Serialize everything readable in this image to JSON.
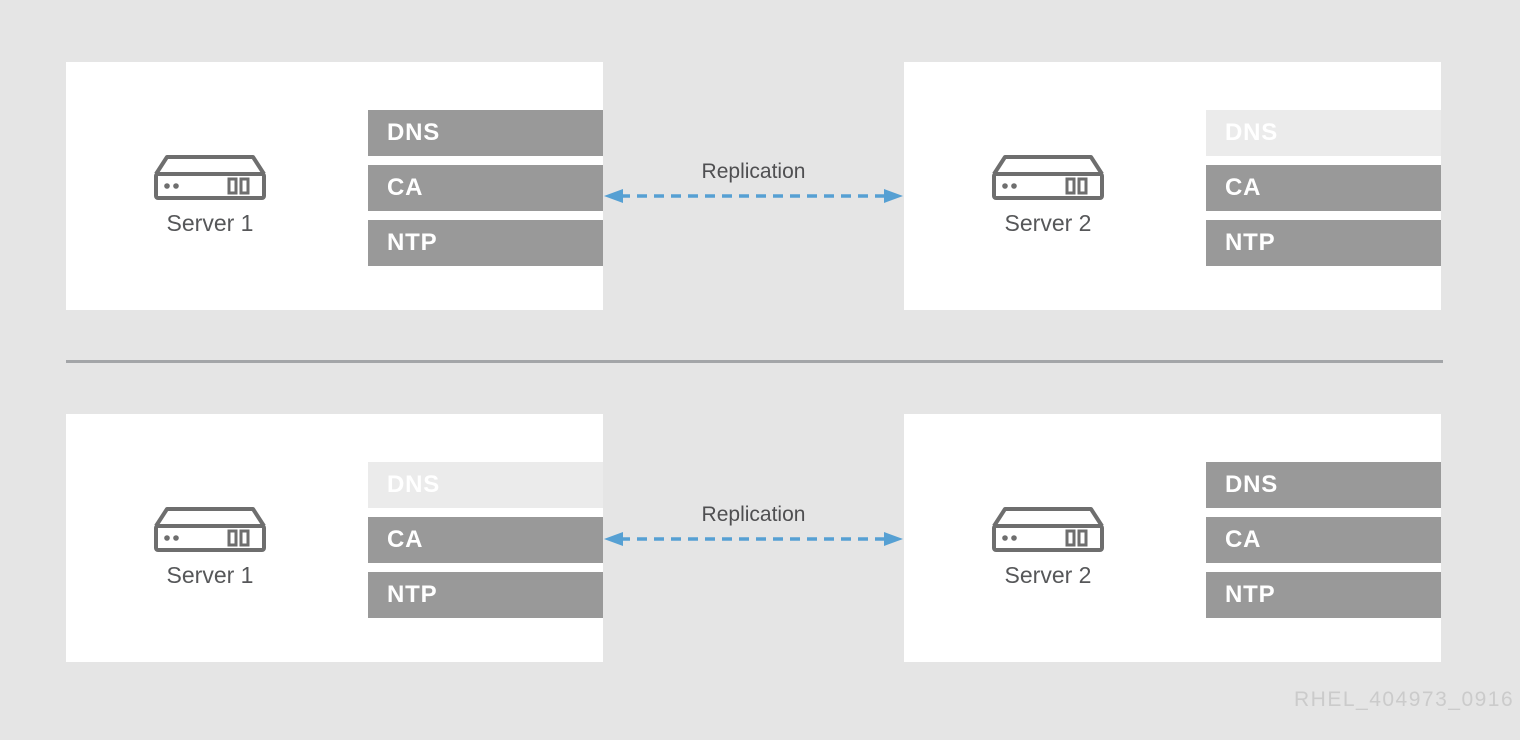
{
  "page": {
    "watermark": "RHEL_404973_0916"
  },
  "colors": {
    "page_bg": "#e5e5e5",
    "card_bg": "#ffffff",
    "service_active_bg": "#999999",
    "service_inactive_bg": "#ebebeb",
    "service_text": "#ffffff",
    "server_label_text": "#565759",
    "connector_text": "#4f4f51",
    "arrow_blue": "#56a0d3",
    "icon_stroke": "#6e6e6e",
    "divider": "#a3a5a8",
    "watermark_text": "#cbcbcb"
  },
  "diagrams": [
    {
      "name": "top-scenario",
      "connector_label": "Replication",
      "servers": [
        {
          "label": "Server 1",
          "services": [
            {
              "name": "DNS",
              "state": "active"
            },
            {
              "name": "CA",
              "state": "active"
            },
            {
              "name": "NTP",
              "state": "active"
            }
          ]
        },
        {
          "label": "Server 2",
          "services": [
            {
              "name": "DNS",
              "state": "inactive"
            },
            {
              "name": "CA",
              "state": "active"
            },
            {
              "name": "NTP",
              "state": "active"
            }
          ]
        }
      ]
    },
    {
      "name": "bottom-scenario",
      "connector_label": "Replication",
      "servers": [
        {
          "label": "Server 1",
          "services": [
            {
              "name": "DNS",
              "state": "inactive"
            },
            {
              "name": "CA",
              "state": "active"
            },
            {
              "name": "NTP",
              "state": "active"
            }
          ]
        },
        {
          "label": "Server 2",
          "services": [
            {
              "name": "DNS",
              "state": "active"
            },
            {
              "name": "CA",
              "state": "active"
            },
            {
              "name": "NTP",
              "state": "active"
            }
          ]
        }
      ]
    }
  ]
}
